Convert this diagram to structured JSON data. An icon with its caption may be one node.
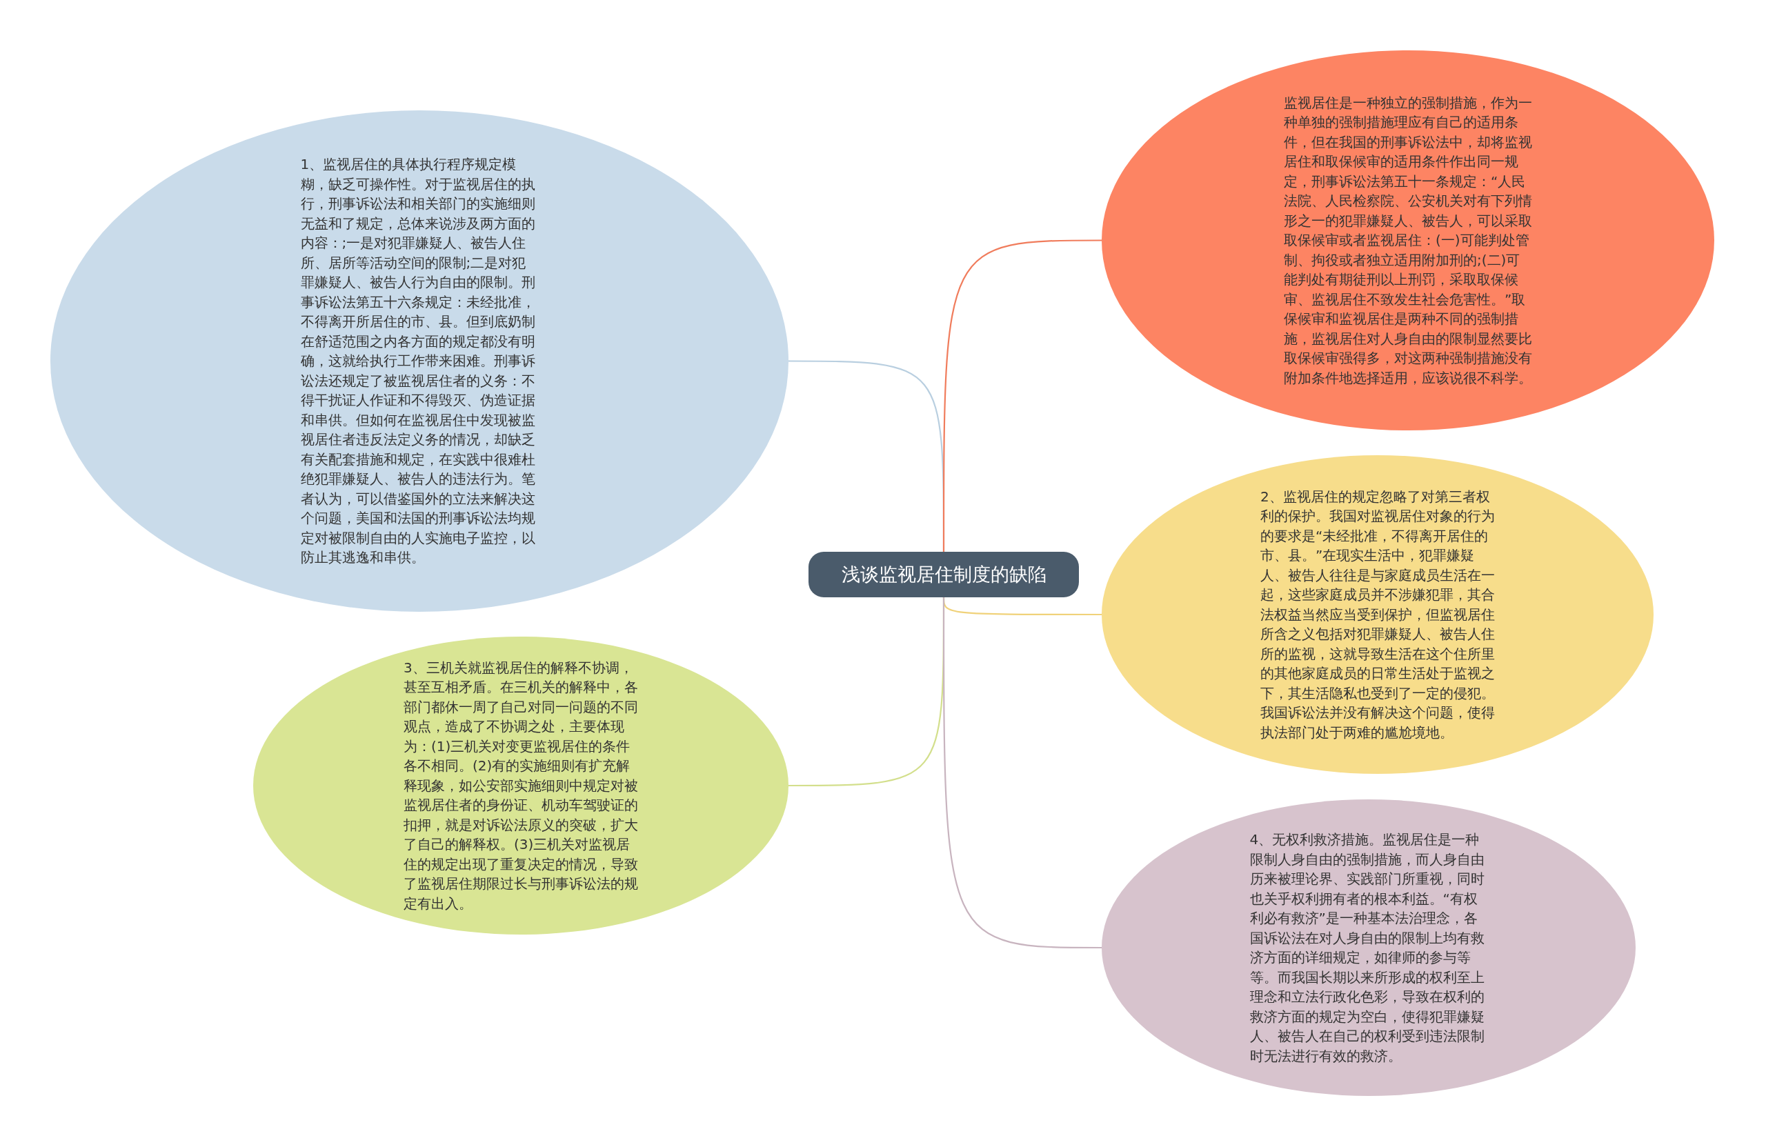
{
  "diagram": {
    "nodes": [
      {
        "text": [
          "浅谈监视居住制度的缺陷"
        ]
      },
      {
        "text": [
          "1、监视居住的具体执行程序规定模糊，缺乏可操作性。对于监视居住的执行，刑事诉讼法和相关部门的实施细则无益和了规定，总体来说涉及两方面的内容：;一是对犯罪嫌疑人、被告人住所、居所等活动空间的限制;二是对犯罪嫌疑人、被告人行为自由的限制。刑事诉讼法第五十六条规定：未经批准，不得离开所居住的市、县。但到底奶制在舒适范围之内各方面的规定都没有明确，这就给执行工作带来困难。刑事诉讼法还规定了被监视居住者的义务：不得干扰证人作证和不得毁灭、伪造证据和串供。但如何在监视居住中发现被监视居住者违反法定义务的情况，却缺乏有关配套措施和规定，在实践中很难杜绝犯罪嫌疑人、被告人的违法行为。笔者认为，可以借鉴国外的立法来解决这个问题，美国和法国的刑事诉讼法均规定对被限制自由的人实施电子监控，以防止其逃逸和串供。"
        ]
      },
      {
        "text": [
          "监视居住是一种独立的强制措施，作为一种单独的强制措施理应有自己的适用条件，但在我国的刑事诉讼法中，却将监视居住和取保候审的适用条件作出同一规定，刑事诉讼法第五十一条规定：“人民法院、人民检察院、公安机关对有下列情形之一的犯罪嫌疑人、被告人，可以采取取保候审或者监视居住：(一)可能判处管制、拘役或者独立适用附加刑的;(二)可能判处有期徒刑以上刑罚，采取取保候审、监视居住不致发生社会危害性。”取保候审和监视居住是两种不同的强制措施，监视居住对人身自由的限制显然要比取保候审强得多，对这两种强制措施没有附加条件地选择适用，应该说很不科学。"
        ]
      },
      {
        "text": [
          "2、监视居住的规定忽略了对第三者权利的保护。我国对监视居住对象的行为的要求是“未经批准，不得离开居住的市、县。”在现实生活中，犯罪嫌疑人、被告人往往是与家庭成员生活在一起，这些家庭成员并不涉嫌犯罪，其合法权益当然应当受到保护，但监视居住所含之义包括对犯罪嫌疑人、被告人住所的监视，这就导致生活在这个住所里的其他家庭成员的日常生活处于监视之下，其生活隐私也受到了一定的侵犯。我国诉讼法并没有解决这个问题，使得执法部门处于两难的尴尬境地。"
        ]
      },
      {
        "text": [
          "3、三机关就监视居住的解释不协调，甚至互相矛盾。在三机关的解释中，各部门都休一周了自己对同一问题的不同观点，造成了不协调之处，主要体现为：(1)三机关对变更监视居住的条件各不相同。(2)有的实施细则有扩充解释现象，如公安部实施细则中规定对被监视居住者的身份证、机动车驾驶证的扣押，就是对诉讼法原义的突破，扩大了自己的解释权。(3)三机关对监视居住的规定出现了重复决定的情况，导致了监视居住期限过长与刑事诉讼法的规定有出入。"
        ]
      },
      {
        "text": [
          "4、无权利救济措施。监视居住是一种限制人身自由的强制措施，而人身自由历来被理论界、实践部门所重视，同时也关乎权利拥有者的根本利益。“有权利必有救济”是一种基本法治理念，各国诉讼法在对人身自由的限制上均有救济方面的详细规定，如律师的参与等等。而我国长期以来所形成的权利至上理念和立法行政化色彩，导致在权利的救济方面的规定为空白，使得犯罪嫌疑人、被告人在自己的权利受到违法限制时无法进行有效的救济。"
        ]
      }
    ],
    "edges": [
      {
        "from": 0,
        "to": 1,
        "arrow": "none",
        "color": "#b9cfe0"
      },
      {
        "from": 0,
        "to": 2,
        "arrow": "none",
        "color": "#f07c5c"
      },
      {
        "from": 0,
        "to": 3,
        "arrow": "none",
        "color": "#f0d27a"
      },
      {
        "from": 0,
        "to": 4,
        "arrow": "none",
        "color": "#d3df8c"
      },
      {
        "from": 0,
        "to": 5,
        "arrow": "none",
        "color": "#c8b4bf"
      }
    ]
  }
}
